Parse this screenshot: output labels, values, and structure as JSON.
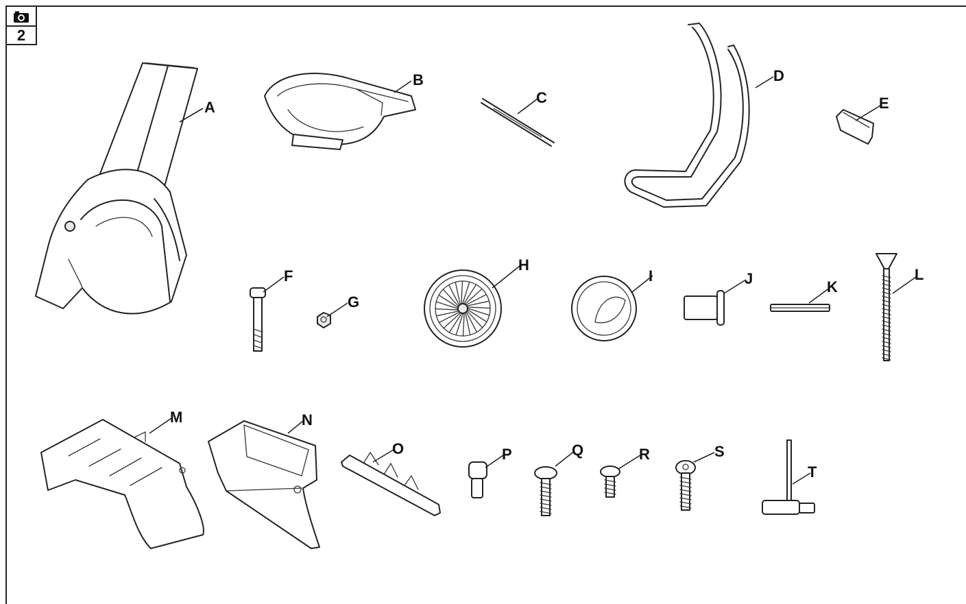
{
  "figure": {
    "number": "2",
    "icon": "camera-icon"
  },
  "parts": {
    "A": "A",
    "B": "B",
    "C": "C",
    "D": "D",
    "E": "E",
    "F": "F",
    "G": "G",
    "H": "H",
    "I": "I",
    "J": "J",
    "K": "K",
    "L": "L",
    "M": "M",
    "N": "N",
    "O": "O",
    "P": "P",
    "Q": "Q",
    "R": "R",
    "S": "S",
    "T": "T"
  }
}
